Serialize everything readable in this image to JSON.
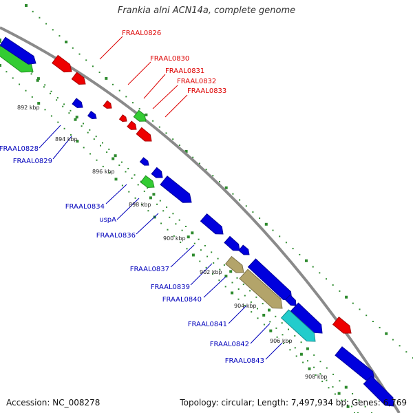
{
  "title": "Frankia alni ACN14a, complete genome",
  "footer": {
    "accession": "Accession: NC_008278",
    "summary": "Topology: circular; Length: 7,497,934 bp; Genes: 6,769"
  },
  "colors": {
    "backbone": "#8a8a8a",
    "tick_dots": "#2e8b2e",
    "forward_label": "#dd0000",
    "reverse_label": "#0000bb",
    "feature_red": "#ee0000",
    "feature_blue": "#0000dd",
    "feature_green": "#33cc33",
    "feature_tan": "#b3a46a",
    "feature_cyan": "#22cccc"
  },
  "ruler": [
    {
      "label": "892 kbp"
    },
    {
      "label": "894 kbp"
    },
    {
      "label": "896 kbp"
    },
    {
      "label": "898 kbp"
    },
    {
      "label": "900 kbp"
    },
    {
      "label": "902 kbp"
    },
    {
      "label": "904 kbp"
    },
    {
      "label": "906 kbp"
    },
    {
      "label": "908 kbp"
    }
  ],
  "forward_labels": [
    "FRAAL0826",
    "FRAAL0830",
    "FRAAL0831",
    "FRAAL0832",
    "FRAAL0833"
  ],
  "reverse_labels": [
    "FRAAL0828",
    "FRAAL0829",
    "FRAAL0834",
    "uspA",
    "FRAAL0836",
    "FRAAL0837",
    "FRAAL0839",
    "FRAAL0840",
    "FRAAL0841",
    "FRAAL0842",
    "FRAAL0843"
  ]
}
